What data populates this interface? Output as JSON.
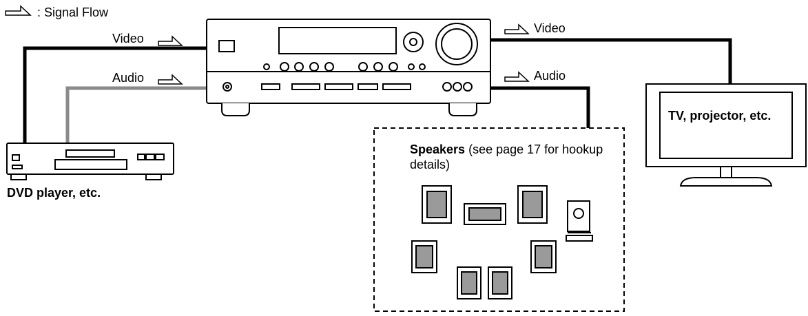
{
  "legend": {
    "text": ": Signal Flow",
    "icon": "signal-flow-arrow-icon"
  },
  "labels": {
    "video_in": "Video",
    "audio_in": "Audio",
    "video_out": "Video",
    "audio_out": "Audio"
  },
  "devices": {
    "source": "DVD player, etc.",
    "display": "TV, projector, etc.",
    "speakers_title": "Speakers",
    "speakers_note": "(see page 17 for hookup details)"
  },
  "colors": {
    "line": "#000000",
    "audio_line_in": "#8a8a8a",
    "speaker_fill": "#9a9a9a",
    "screen_fill": "#ffffff"
  }
}
